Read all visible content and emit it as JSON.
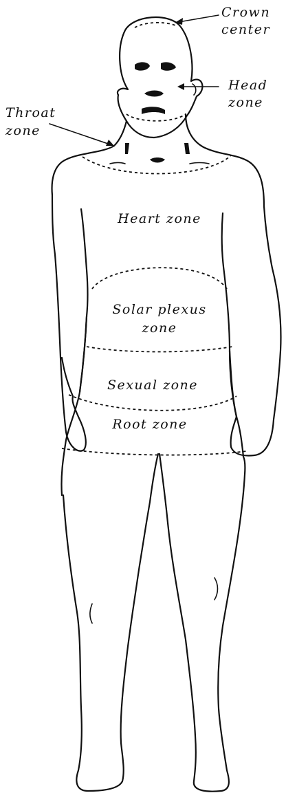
{
  "labels": {
    "crown_1": "Crown",
    "crown_2": "center",
    "head_1": "Head",
    "head_2": "zone",
    "throat_1": "Throat",
    "throat_2": "zone",
    "heart": "Heart zone",
    "solar_1": "Solar plexus",
    "solar_2": "zone",
    "sexual": "Sexual zone",
    "root": "Root zone"
  }
}
